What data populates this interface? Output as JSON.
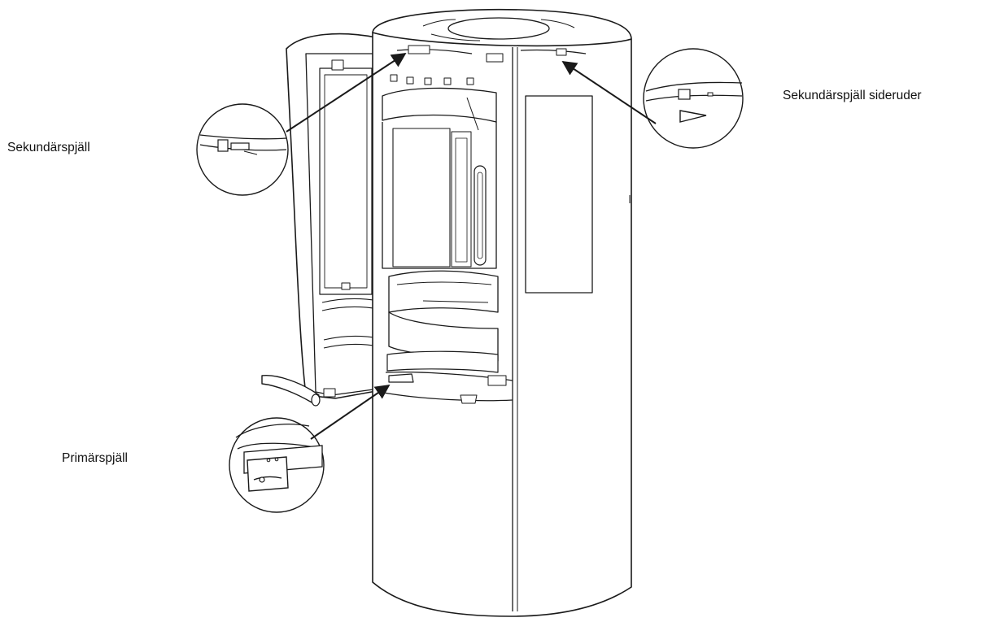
{
  "labels": {
    "secondary_damper_side_windows": "Sekundärspjäll sideruder",
    "secondary_damper": "Sekundärspjäll",
    "primary_damper": "Primärspjäll"
  },
  "colors": {
    "line": "#1a1a1a",
    "fill": "#ffffff",
    "text": "#111111"
  }
}
